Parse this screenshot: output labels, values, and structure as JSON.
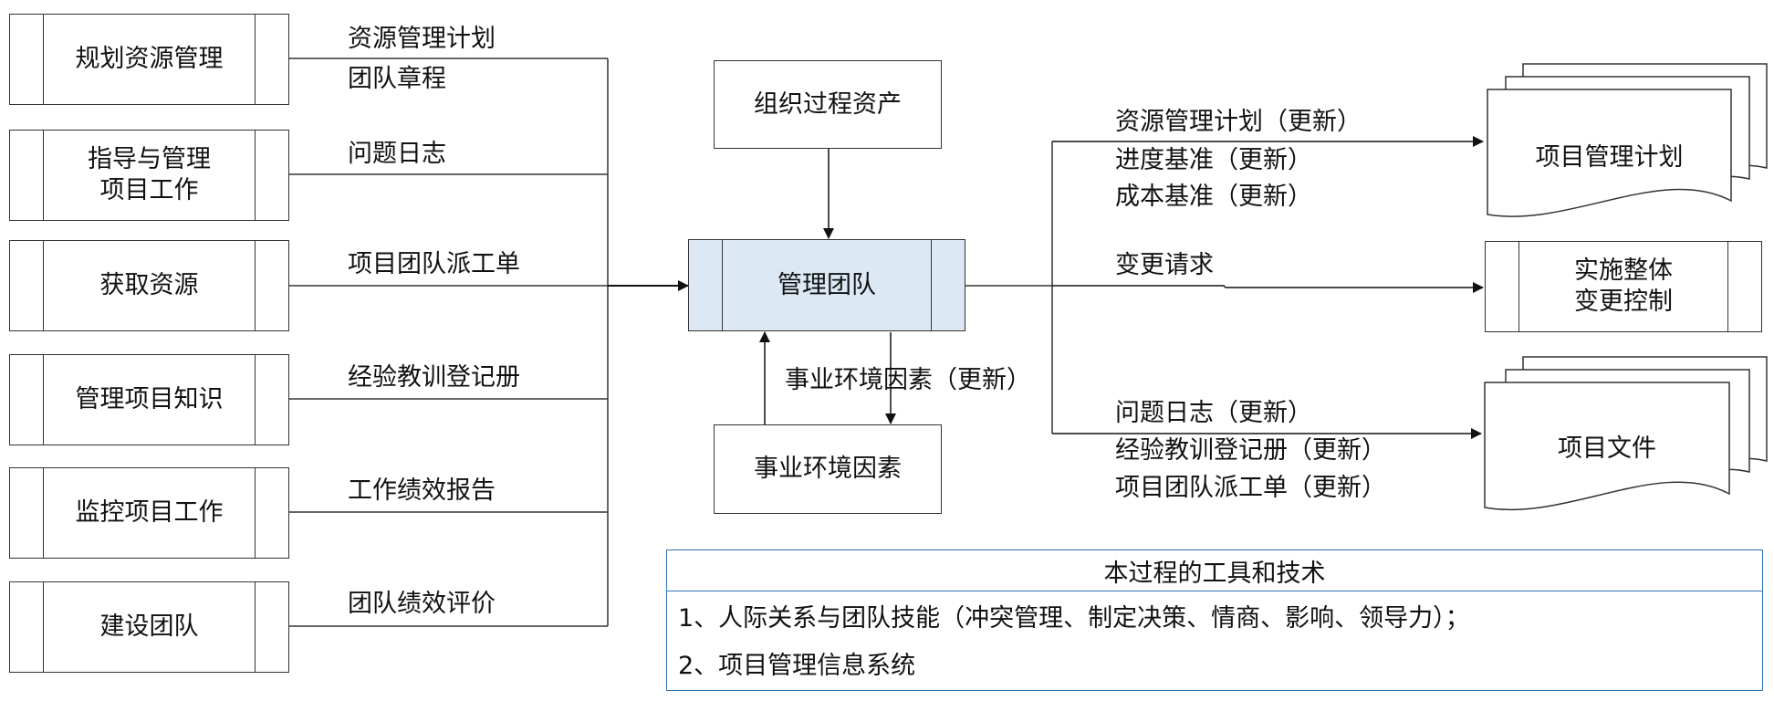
{
  "left_processes": [
    {
      "label": "规划资源管理",
      "outputs": [
        "资源管理计划",
        "团队章程"
      ]
    },
    {
      "label": "指导与管理\n项目工作",
      "outputs": [
        "问题日志"
      ]
    },
    {
      "label": "获取资源",
      "outputs": [
        "项目团队派工单"
      ]
    },
    {
      "label": "管理项目知识",
      "outputs": [
        "经验教训登记册"
      ]
    },
    {
      "label": "监控项目工作",
      "outputs": [
        "工作绩效报告"
      ]
    },
    {
      "label": "建设团队",
      "outputs": [
        "团队绩效评价"
      ]
    }
  ],
  "center_process": {
    "label": "管理团队"
  },
  "top_input": {
    "label": "组织过程资产"
  },
  "bottom_input": {
    "label": "事业环境因素"
  },
  "bottom_update_label": "事业环境因素（更新）",
  "outputs": [
    {
      "target": "项目管理计划",
      "target_type": "document",
      "labels": [
        "资源管理计划（更新）",
        "进度基准（更新）",
        "成本基准（更新）"
      ]
    },
    {
      "target": "实施整体\n变更控制",
      "target_type": "process",
      "labels": [
        "变更请求"
      ]
    },
    {
      "target": "项目文件",
      "target_type": "document",
      "labels": [
        "问题日志（更新）",
        "经验教训登记册（更新）",
        "项目团队派工单（更新）"
      ]
    }
  ],
  "tools_techniques": {
    "title": "本过程的工具和技术",
    "items": [
      "1、人际关系与团队技能（冲突管理、制定决策、情商、影响、领导力）；",
      "2、项目管理信息系统"
    ]
  },
  "colors": {
    "center_fill": "#dce9f5",
    "table_border": "#2e75b6",
    "line": "#333333"
  }
}
